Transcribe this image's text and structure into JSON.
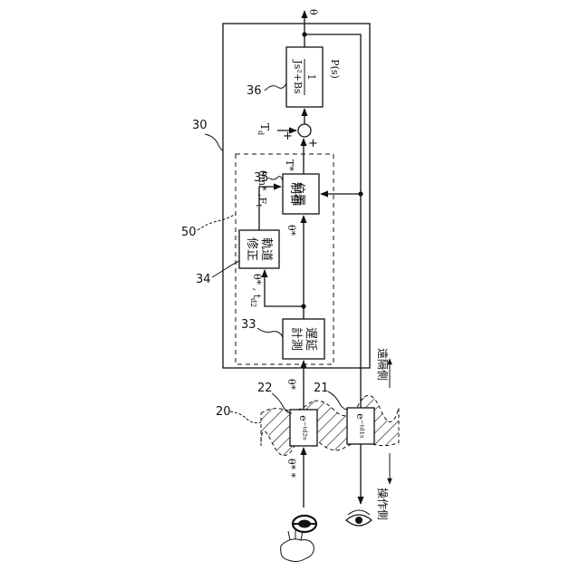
{
  "refs": {
    "r20": "20",
    "r21": "21",
    "r22": "22",
    "r30": "30",
    "r33": "33",
    "r34": "34",
    "r35": "35",
    "r36": "36",
    "r50": "50"
  },
  "blocks": {
    "plant_num": "1",
    "plant_den": "Js²+Bs",
    "plant_name": "P(s)",
    "pos_ctrl": [
      "位置",
      "制御"
    ],
    "traj": [
      "軌道",
      "修正"
    ],
    "delay_meas": [
      "遅延",
      "計測"
    ],
    "delay_fwd": "e⁻ᵗᵈ²ˢ",
    "delay_back": "e⁻ᵗᵈ¹ˢ"
  },
  "signals": {
    "theta_out": "θ",
    "td": "T",
    "td_sub": "d",
    "plus1": "+",
    "plus2": "+",
    "t_star": "T*",
    "theta_m": "θ",
    "theta_m_rest": "m* ,F",
    "ft_sub": "t",
    "theta_star_pos": "θ*",
    "theta_star_traj": "θ* , t",
    "td2_sub": "d2",
    "theta_star_ch": "θ*",
    "theta_2star": "θ* *"
  },
  "sides": {
    "remote": "遠隔側",
    "operator": "操作側"
  }
}
